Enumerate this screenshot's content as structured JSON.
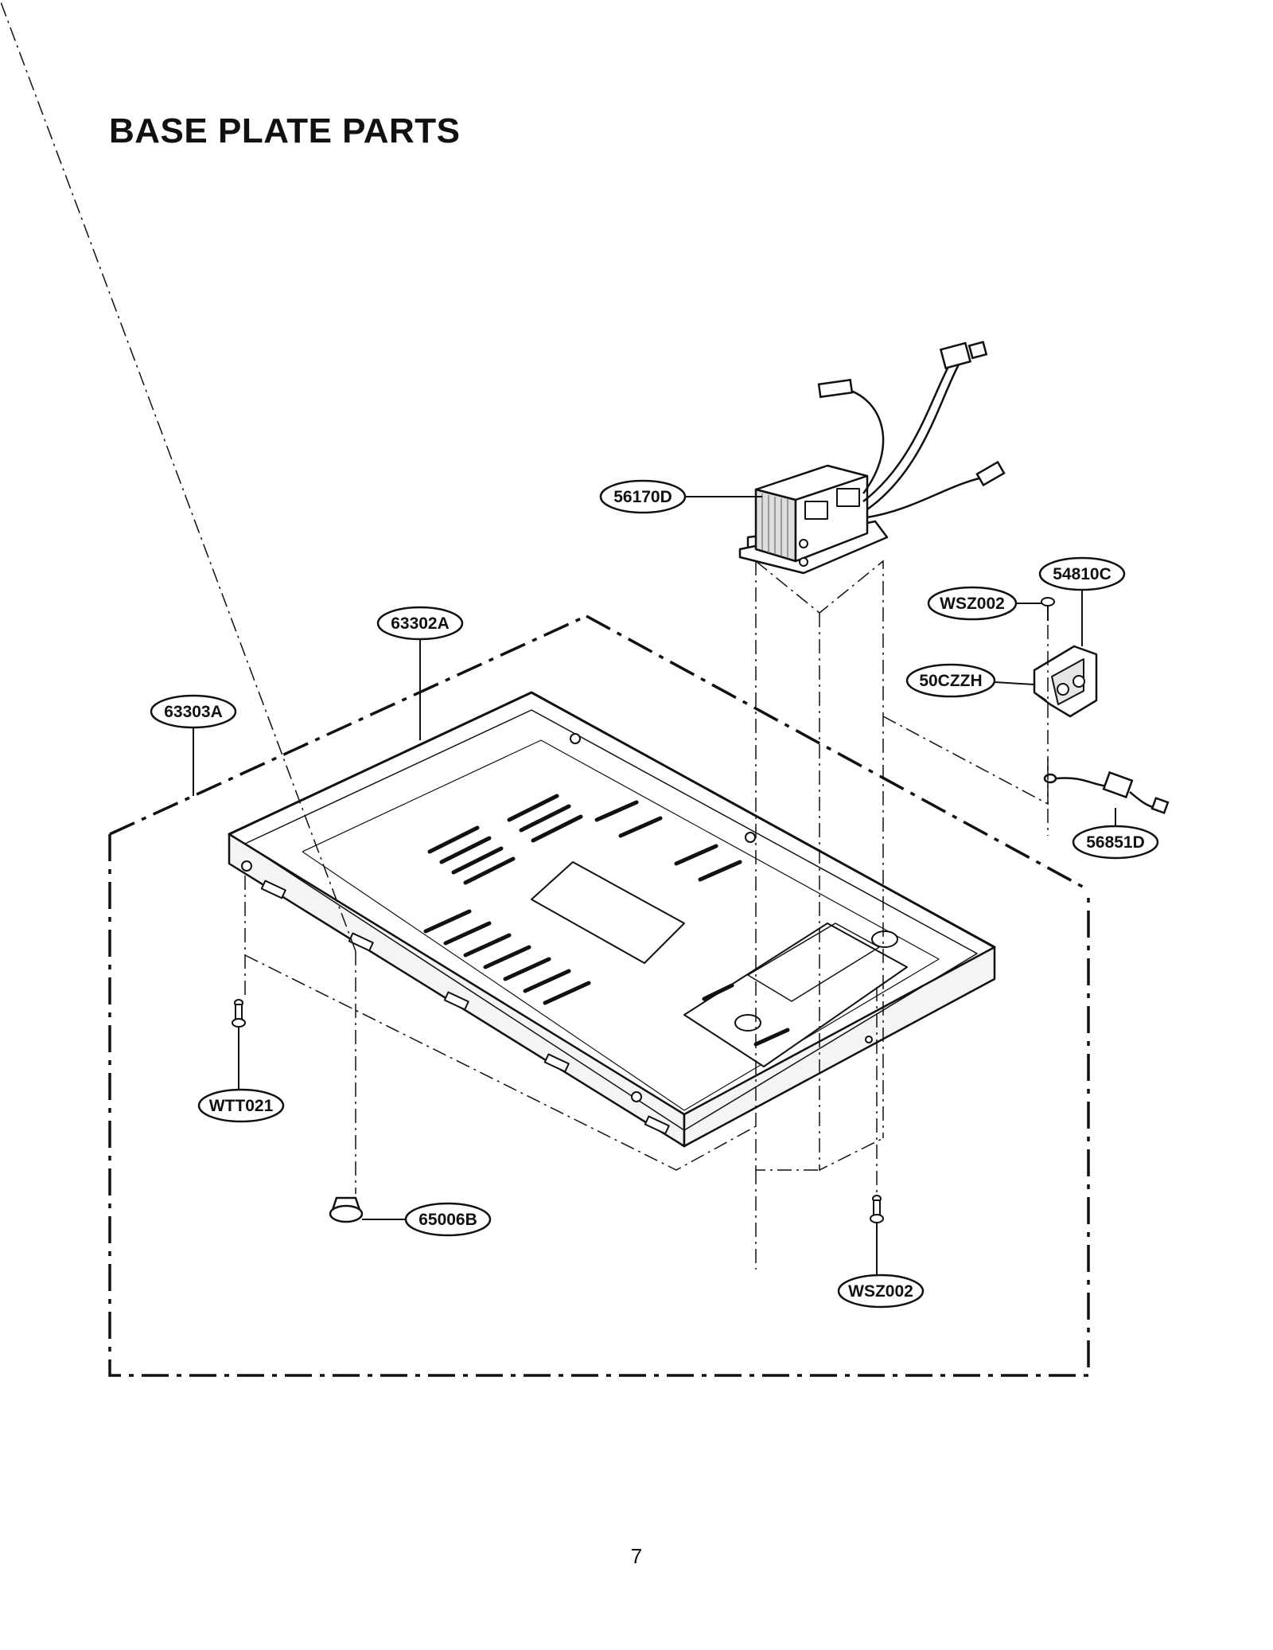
{
  "page": {
    "title": "BASE PLATE PARTS",
    "page_number": "7"
  },
  "callouts": {
    "transformer": "56170D",
    "base_plate": "63302A",
    "base_assembly": "63303A",
    "bracket": "54810C",
    "bracket_screw": "WSZ002",
    "power_socket": "50CZZH",
    "wire_harness": "56851D",
    "screw_left": "WTT021",
    "foot": "65006B",
    "screw_right": "WSZ002"
  }
}
